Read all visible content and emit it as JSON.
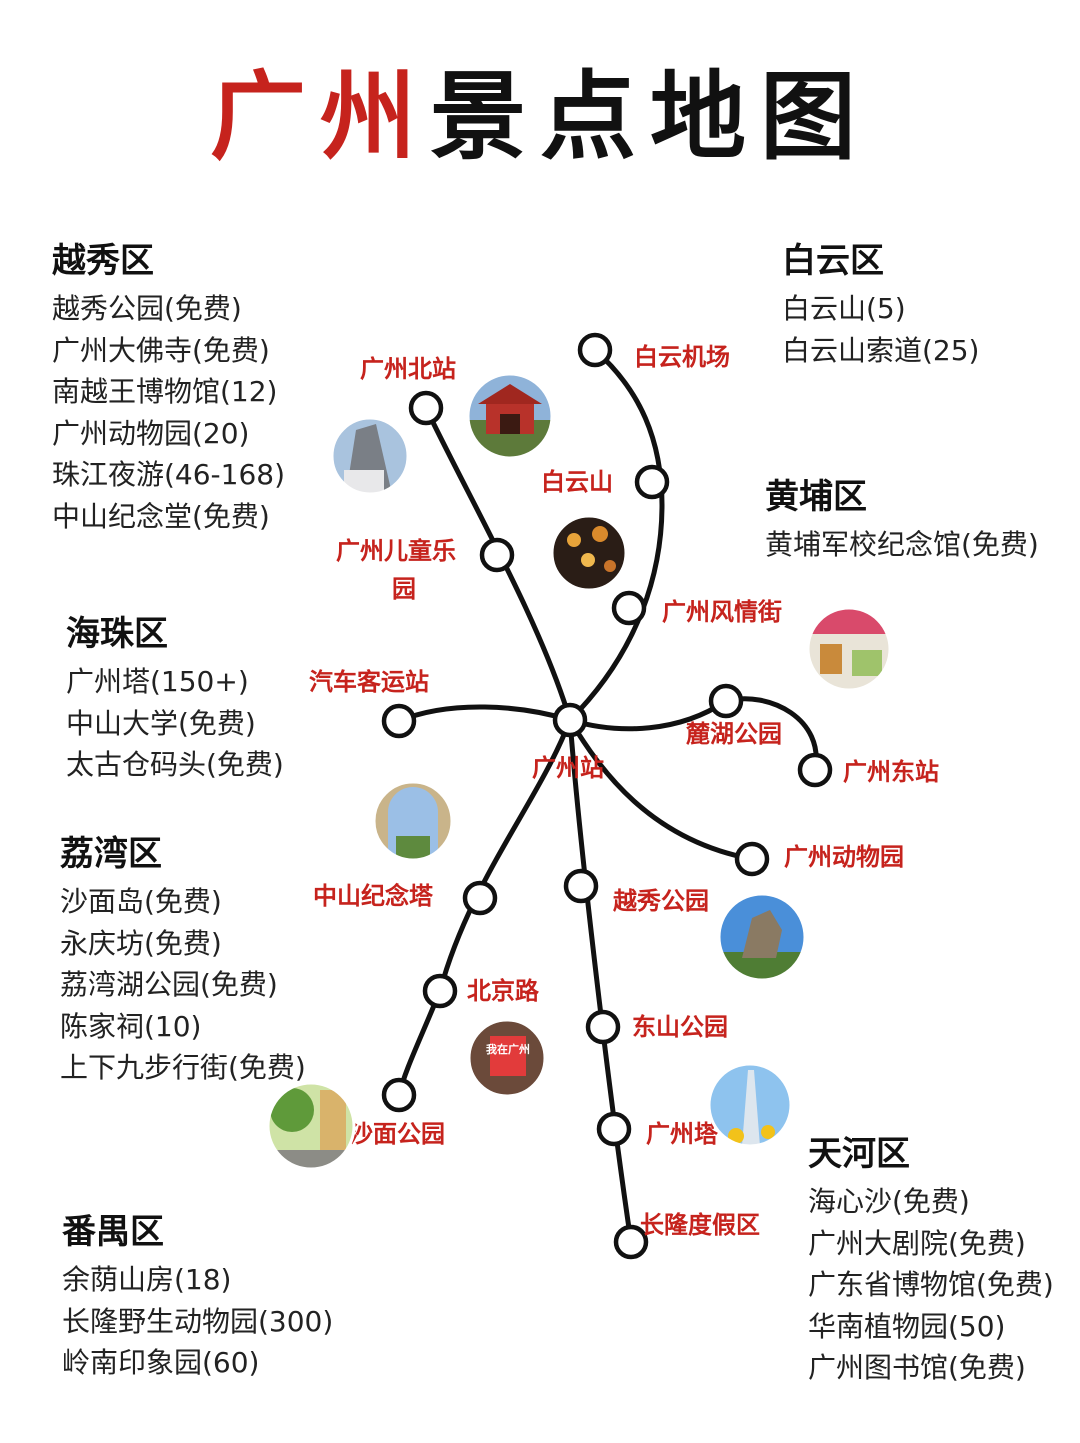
{
  "title": {
    "part1": "广州",
    "part2": "景点地图"
  },
  "colors": {
    "accent": "#c6231d",
    "line": "#111111"
  },
  "districts": {
    "yuexiu": {
      "name": "越秀区",
      "items": [
        "越秀公园(免费)",
        "广州大佛寺(免费)",
        "南越王博物馆(12)",
        "广州动物园(20)",
        "珠江夜游(46-168)",
        "中山纪念堂(免费)"
      ]
    },
    "baiyun": {
      "name": "白云区",
      "items": [
        "白云山(5)",
        "白云山索道(25)"
      ]
    },
    "huangpu": {
      "name": "黄埔区",
      "items": [
        "黄埔军校纪念馆(免费)"
      ]
    },
    "haizhu": {
      "name": "海珠区",
      "items": [
        "广州塔(150+)",
        "中山大学(免费)",
        "太古仓码头(免费)"
      ]
    },
    "liwan": {
      "name": "荔湾区",
      "items": [
        "沙面岛(免费)",
        "永庆坊(免费)",
        "荔湾湖公园(免费)",
        "陈家祠(10)",
        "上下九步行街(免费)"
      ]
    },
    "tianhe": {
      "name": "天河区",
      "items": [
        "海心沙(免费)",
        "广州大剧院(免费)",
        "广东省博物馆(免费)",
        "华南植物园(50)",
        "广州图书馆(免费)"
      ]
    },
    "panyu": {
      "name": "番禺区",
      "items": [
        "余荫山房(18)",
        "长隆野生动物园(300)",
        "岭南印象园(60)"
      ]
    }
  },
  "stations": {
    "baiyun_airport": "白云机场",
    "baiyunshan": "白云山",
    "fengqing_street": "广州风情街",
    "north_station": "广州北站",
    "children_park": [
      "广州儿童乐",
      "园"
    ],
    "bus_station": "汽车客运站",
    "guangzhou_station": "广州站",
    "luhu_park": "麓湖公园",
    "east_station": "广州东站",
    "zoo": "广州动物园",
    "zhongshan_tower": "中山纪念塔",
    "yuexiu_park": "越秀公园",
    "beijing_road": "北京路",
    "dongshan_park": "东山公园",
    "shamian_park": "沙面公园",
    "canton_tower": "广州塔",
    "chimelong": "长隆度假区"
  },
  "photos": {
    "beijing_road_sign": "我在广州"
  }
}
